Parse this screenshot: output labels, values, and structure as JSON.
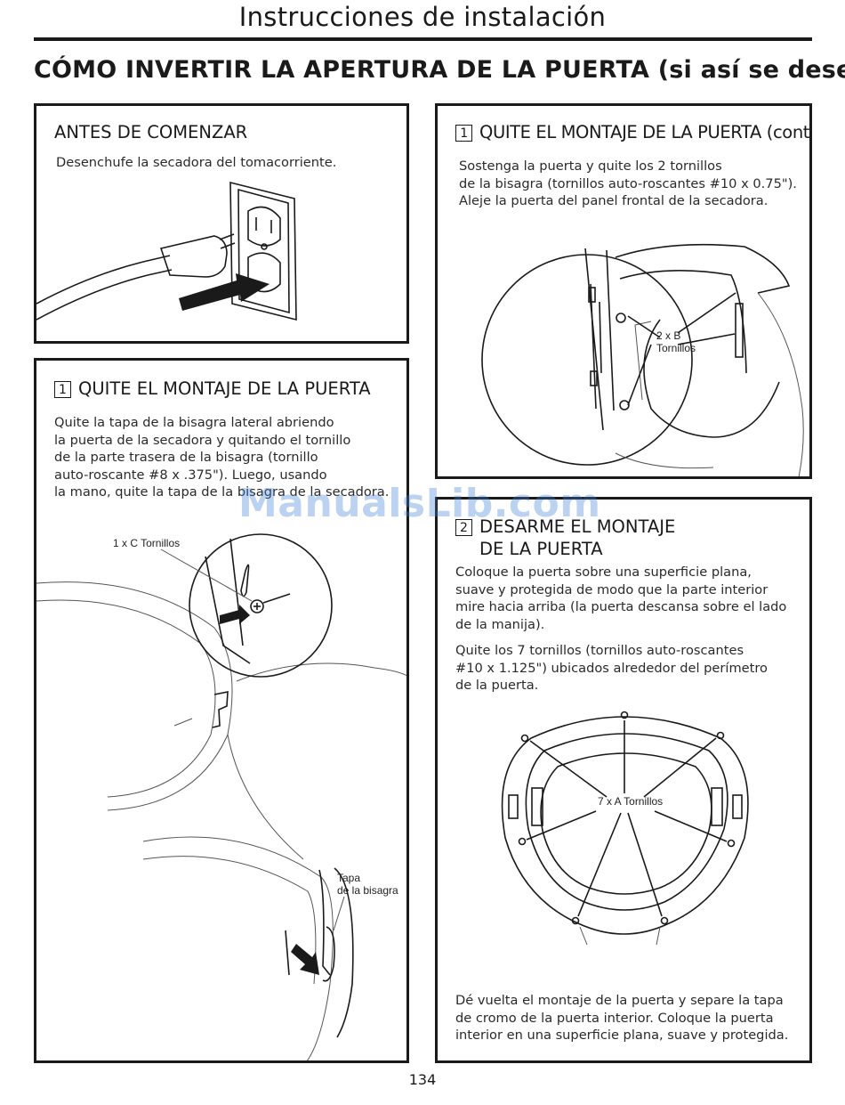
{
  "header": {
    "title": "Instrucciones de instalación",
    "section_title": "CÓMO INVERTIR LA APERTURA DE LA PUERTA (si así se desea)"
  },
  "panel_before": {
    "heading": "ANTES DE COMENZAR",
    "text": "Desenchufe la secadora del tomacorriente."
  },
  "panel_remove": {
    "step": "1",
    "heading": "QUITE EL MONTAJE DE LA PUERTA",
    "text": "Quite la tapa de la bisagra lateral abriendo\nla puerta de la secadora y quitando el tornillo\nde la parte trasera de la bisagra (tornillo\nauto-roscante #8 x .375\"). Luego, usando\nla mano, quite la tapa de la bisagra de la secadora.",
    "screw_label": "1 x C Tornillos",
    "hinge_label": "Tapa\nde la bisagra"
  },
  "panel_remove_cont": {
    "step": "1",
    "heading": "QUITE EL MONTAJE DE LA PUERTA (cont.)",
    "text": "Sostenga la puerta y quite los 2 tornillos\nde la bisagra (tornillos auto-roscantes #10 x 0.75\").\nAleje la puerta del panel frontal de la secadora.",
    "screw_label": "2 x B\nTornillos"
  },
  "panel_disassemble": {
    "step": "2",
    "heading_line1": "DESARME EL MONTAJE",
    "heading_line2": "DE LA PUERTA",
    "text1": "Coloque la puerta sobre una superficie plana,\nsuave y protegida de modo que la parte interior\nmire hacia arriba (la puerta descansa sobre el lado\nde la manija).",
    "text2": "Quite los 7 tornillos (tornillos auto-roscantes\n#10 x 1.125\") ubicados alrededor del perímetro\nde la puerta.",
    "screw_label": "7 x A Tornillos",
    "text3": "Dé vuelta el montaje de la puerta y separe la tapa\nde cromo de la puerta interior. Coloque la puerta\ninterior en una superficie plana, suave y protegida."
  },
  "watermark": "ManualsLib.com",
  "page_number": "134"
}
